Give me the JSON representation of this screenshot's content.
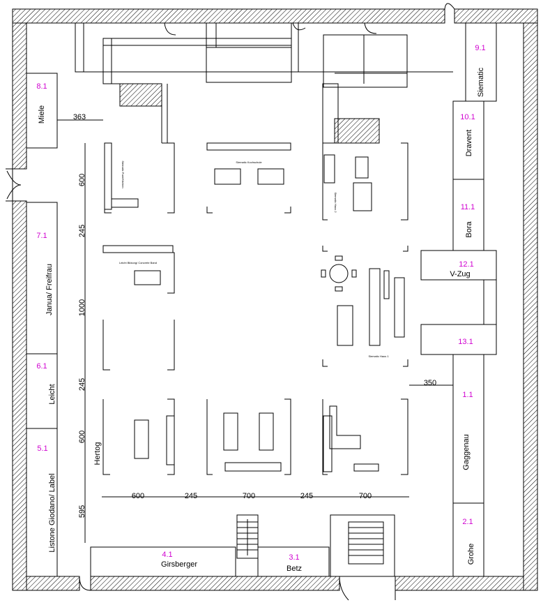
{
  "booths": {
    "b91": {
      "number": "9.1",
      "name": "Siematic"
    },
    "b81": {
      "number": "8.1",
      "name": "Miele"
    },
    "b101": {
      "number": "10.1",
      "name": "Dravent"
    },
    "b111": {
      "number": "11.1",
      "name": "Bora"
    },
    "b121": {
      "number": "12.1",
      "name": "V-Zug"
    },
    "b131": {
      "number": "13.1",
      "name": ""
    },
    "b71": {
      "number": "7.1",
      "name": "Janua/ Freifrau"
    },
    "b61": {
      "number": "6.1",
      "name": "Leicht"
    },
    "b51": {
      "number": "5.1",
      "name": "Listone Giodano/ Label"
    },
    "b11": {
      "number": "1.1",
      "name": "Gaggenau"
    },
    "b21": {
      "number": "2.1",
      "name": "Grohe"
    },
    "b41": {
      "number": "4.1",
      "name": "Girsberger"
    },
    "b31": {
      "number": "3.1",
      "name": "Betz"
    }
  },
  "kitchens": {
    "siematic_kochschule": "Siematic Kochschule",
    "siematic_ausstellung": "Siematic Pure/Kitchen",
    "siematic_haus2": "Siematic Haus 2",
    "leicht": "Leicht Bildung/ Concrete Band",
    "siematic_haus1": "Siematic Haus 1",
    "hertog": "Hertog"
  },
  "dimensions": {
    "d363": "363",
    "d350": "350",
    "v600a": "600",
    "v245a": "245",
    "v1000": "1000",
    "v245b": "245",
    "v600b": "600",
    "v595": "595",
    "h600": "600",
    "h245a": "245",
    "h700a": "700",
    "h245b": "245",
    "h700b": "700"
  }
}
